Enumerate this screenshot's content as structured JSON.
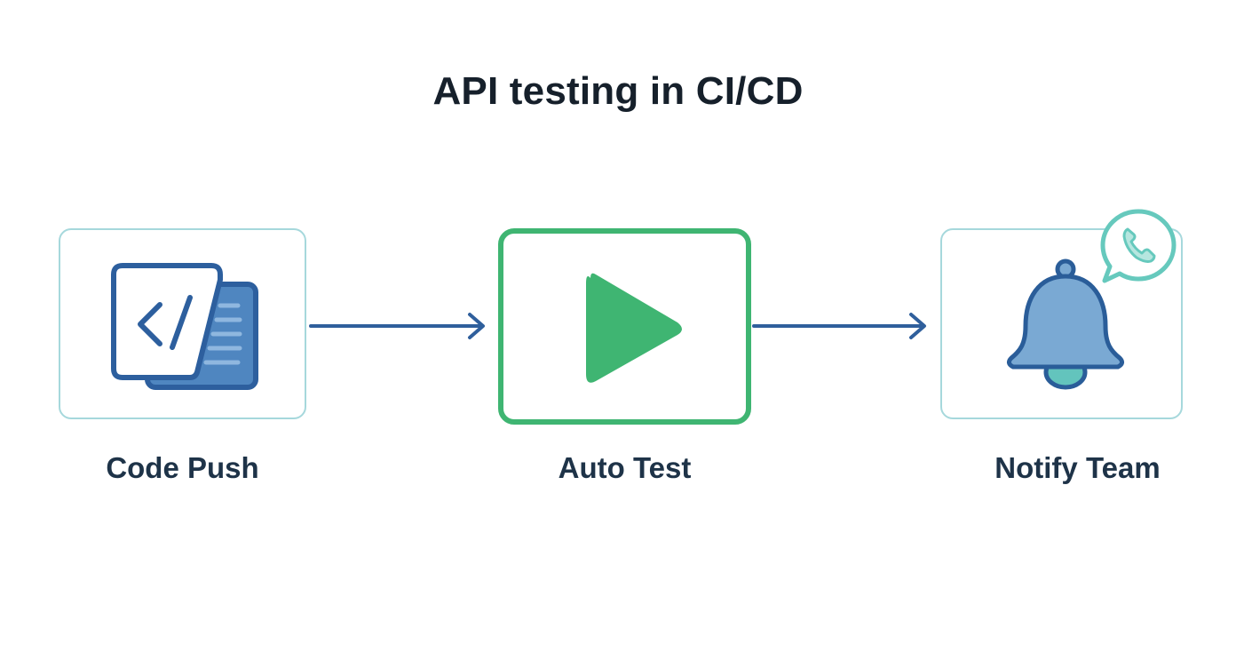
{
  "diagram": {
    "title": "API testing in CI/CD",
    "steps": [
      {
        "label": "Code Push",
        "icon": "code-file-icon"
      },
      {
        "label": "Auto Test",
        "icon": "play-icon"
      },
      {
        "label": "Notify Team",
        "icon": "bell-icon",
        "badge_icon": "phone-chat-icon"
      }
    ],
    "colors": {
      "title_text": "#16202b",
      "label_text": "#1e3348",
      "box_border": "#a6d8dc",
      "active_box_border": "#3fb572",
      "play_fill": "#3fb572",
      "arrow": "#2f5f9c",
      "code_icon_stroke": "#2d5f9e",
      "code_icon_fill": "#4f86c0",
      "bell_fill": "#7aa9d3",
      "bell_stroke": "#2a5d99",
      "bell_clapper": "#63c4bd",
      "badge_stroke": "#66c9bd"
    }
  }
}
